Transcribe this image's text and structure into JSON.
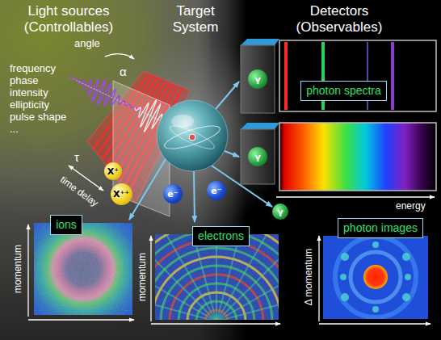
{
  "diagram": {
    "nodes": [
      {
        "text": [
          "γ"
        ]
      },
      {
        "text": [
          "photon spectra"
        ]
      },
      {
        "text": [
          "γ"
        ]
      },
      {
        "text": [
          "X⁺"
        ]
      },
      {
        "text": [
          "e⁻"
        ]
      },
      {
        "text": [
          "e⁻"
        ]
      },
      {
        "text": [
          "X⁺⁺"
        ]
      },
      {
        "text": [
          "γ"
        ]
      },
      {
        "text": [
          "ions"
        ]
      },
      {
        "text": [
          "electrons"
        ]
      },
      {
        "text": [
          "photon images"
        ]
      }
    ],
    "labels": [
      "Light sources (Controllables)",
      "Target System",
      "Detectors (Observables)",
      "frequency",
      "phase",
      "intensity",
      "ellipticity",
      "pulse shape",
      "...",
      "angle",
      "α",
      "τ",
      "time delay",
      "energy",
      "momentum",
      "momentum",
      "Δ momentum"
    ]
  }
}
